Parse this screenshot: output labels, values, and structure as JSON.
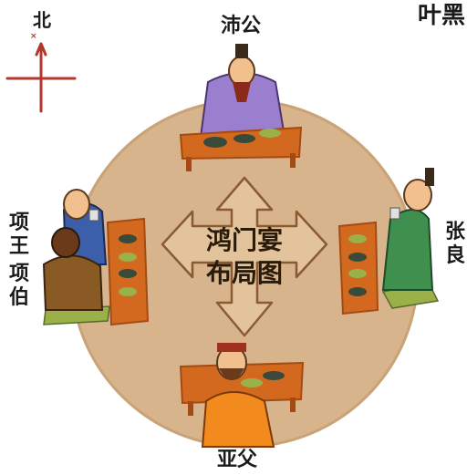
{
  "compass": {
    "north_label": "北",
    "north_small_mark": "×"
  },
  "center_title": {
    "line1": "鸿门宴",
    "line2": "布局图"
  },
  "seats": {
    "top": "沛公",
    "right": [
      "张",
      "良"
    ],
    "bottom": "亚父",
    "left_upper": [
      "项",
      "王"
    ],
    "left_lower": [
      "项",
      "伯"
    ]
  },
  "top_right_fragment": "叶黑",
  "colors": {
    "circle": "#d8b48c",
    "circle_edge": "#c9a277",
    "arrow_fill": "#e3c39c",
    "arrow_stroke": "#8a5a33",
    "table": "#d2691e",
    "table_dark": "#a44a12",
    "mat": "#9ab14a",
    "robe_purple": "#9b7fcf",
    "robe_green": "#3f8f4f",
    "robe_blue": "#3b5fa8",
    "robe_orange": "#f28a1d",
    "robe_brown": "#8a5a24"
  }
}
